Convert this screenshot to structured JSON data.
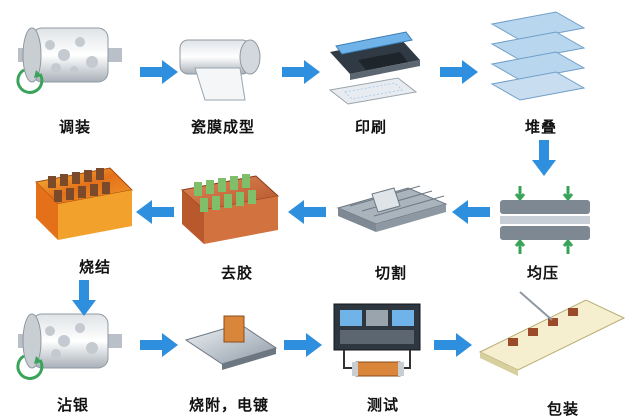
{
  "steps": [
    {
      "label": "调装"
    },
    {
      "label": "瓷膜成型"
    },
    {
      "label": "印刷"
    },
    {
      "label": "堆叠"
    },
    {
      "label": "均压"
    },
    {
      "label": "切割"
    },
    {
      "label": "去胶"
    },
    {
      "label": "烧结"
    },
    {
      "label": "沾银"
    },
    {
      "label": "烧附，电镀"
    },
    {
      "label": "测试"
    },
    {
      "label": "包装"
    }
  ],
  "colors": {
    "arrow": "#2f8fdf",
    "oven_orange": "#e4701a",
    "oven_yellow": "#f6c23a",
    "steel": "#9aa4ad",
    "accent_green": "#3aa35a"
  }
}
